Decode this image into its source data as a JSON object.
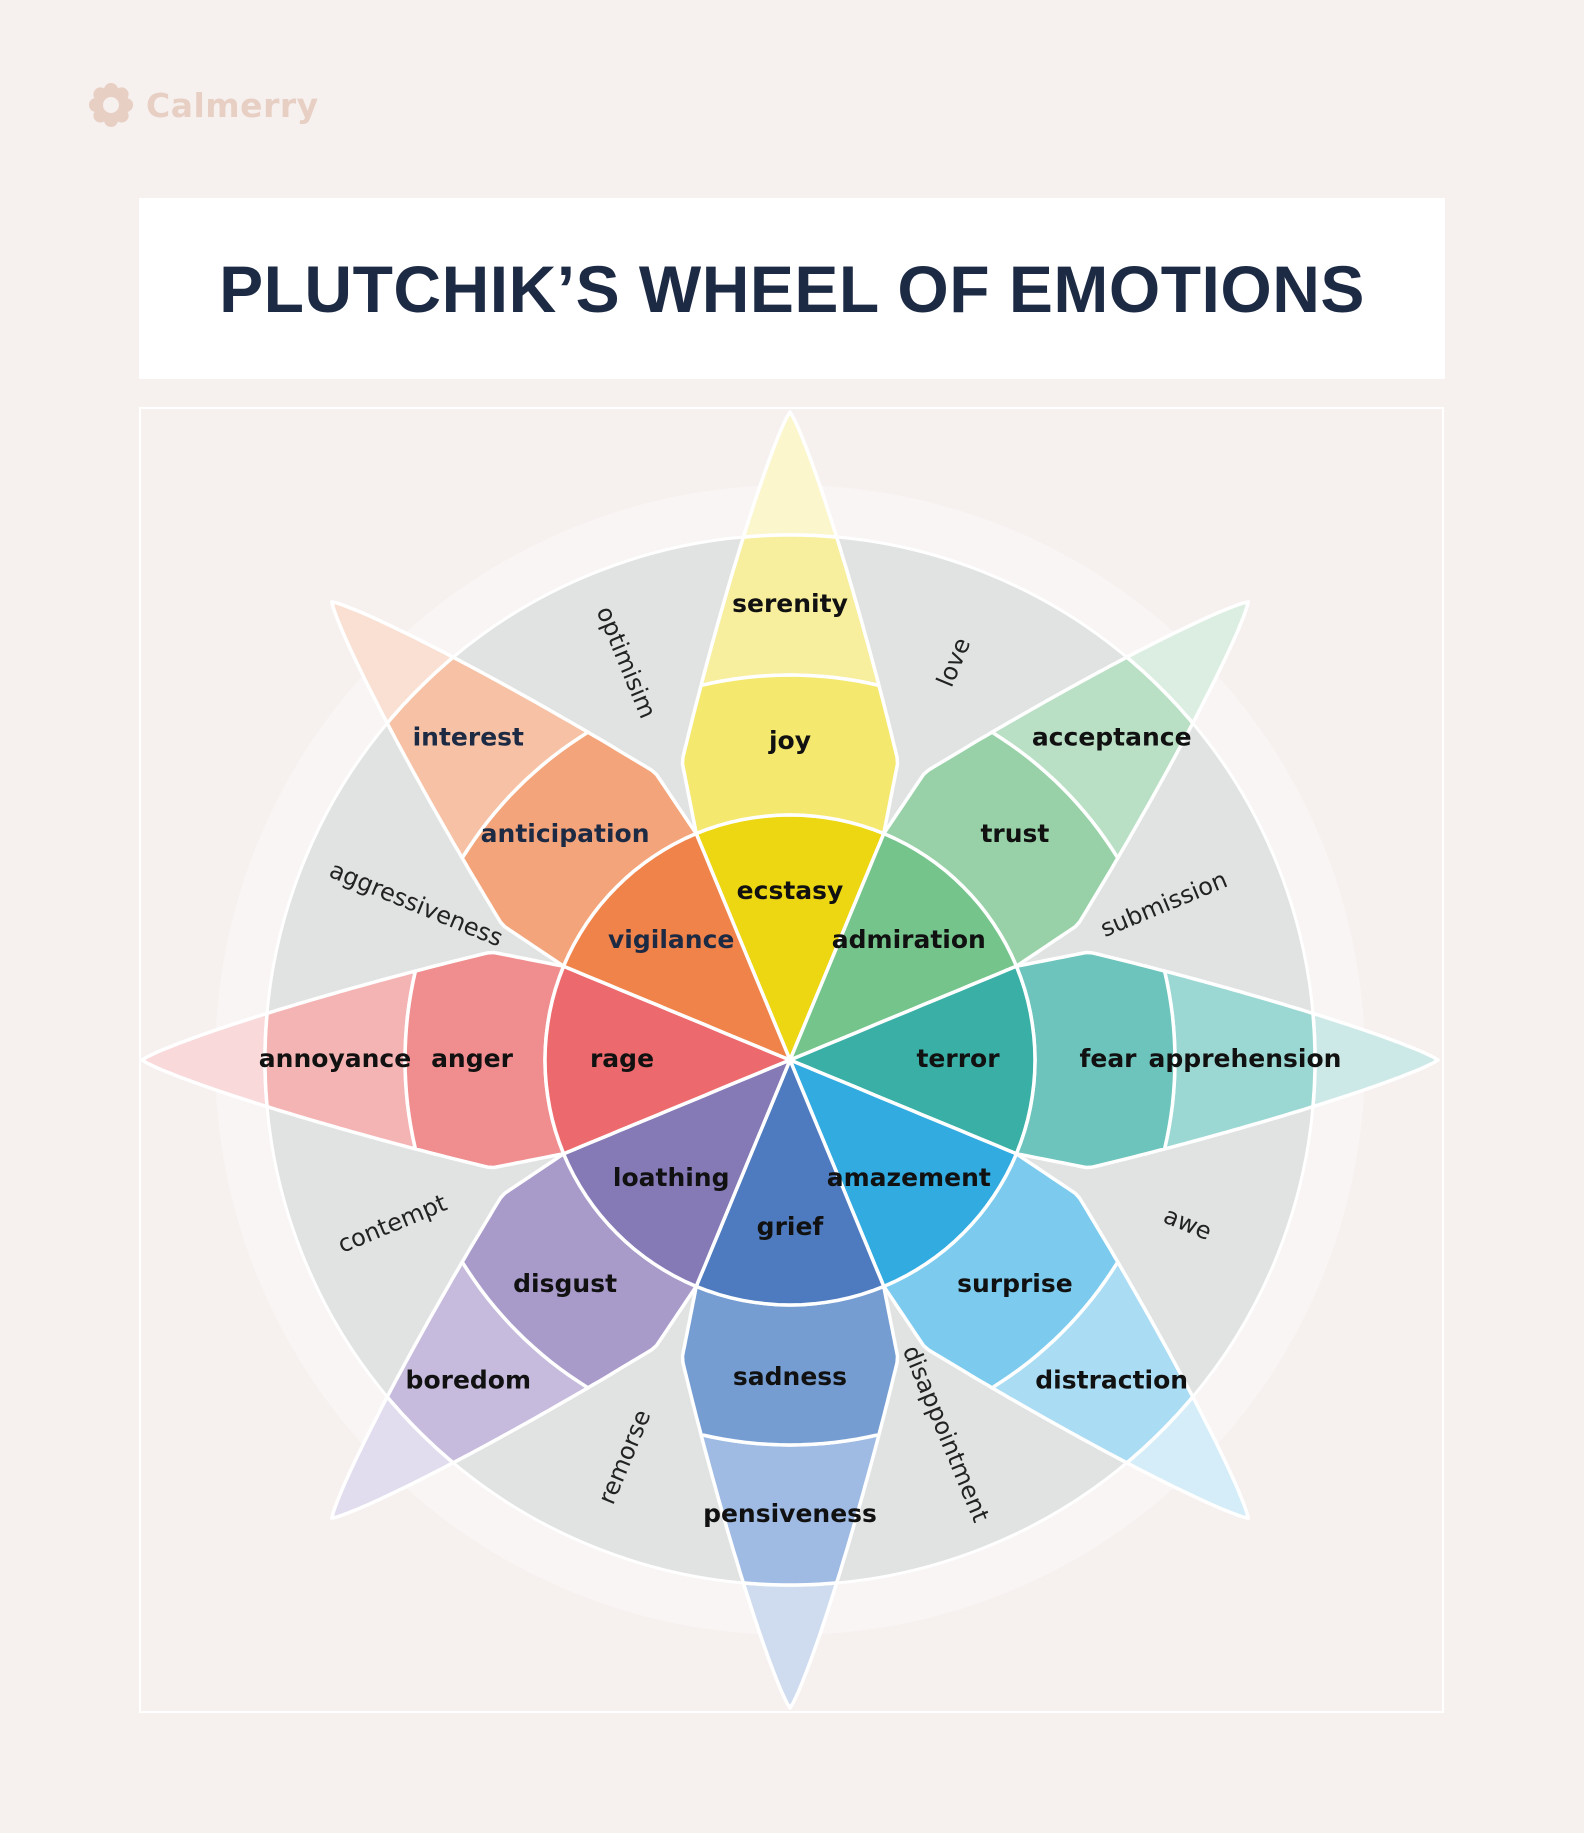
{
  "brand": {
    "name": "Calmerry",
    "icon": "flower-logo-icon",
    "color": "#e8cfc3"
  },
  "title": "PLUTCHIK’S WHEEL OF EMOTIONS",
  "colors": {
    "background": "#f6f0ef",
    "title_text": "#1d2a44",
    "dyad_ring": "#e1e3e2",
    "halo_ring": "#f9f5f4",
    "divider": "#ffffff"
  },
  "wheel": {
    "petals": [
      {
        "id": "joy",
        "angle": 0,
        "core": "ecstasy",
        "middle": "joy",
        "outer": "serenity",
        "colors": [
          "#edd612",
          "#f4e86f",
          "#f7ee9e",
          "#fbf6cc"
        ]
      },
      {
        "id": "trust",
        "angle": 45,
        "core": "admiration",
        "middle": "trust",
        "outer": "acceptance",
        "colors": [
          "#75c48b",
          "#98d1a7",
          "#b9dfc4",
          "#dceee1"
        ]
      },
      {
        "id": "fear",
        "angle": 90,
        "core": "terror",
        "middle": "fear",
        "outer": "apprehension",
        "colors": [
          "#3aafa6",
          "#6dc4bc",
          "#9bd8d3",
          "#cde9e7"
        ]
      },
      {
        "id": "surprise",
        "angle": 135,
        "core": "amazement",
        "middle": "surprise",
        "outer": "distraction",
        "colors": [
          "#32abe1",
          "#7ccbef",
          "#aadcf3",
          "#d4edf8"
        ]
      },
      {
        "id": "sadness",
        "angle": 180,
        "core": "grief",
        "middle": "sadness",
        "outer": "pensiveness",
        "colors": [
          "#4e7bbf",
          "#769dd2",
          "#9fbbe4",
          "#cfdcef"
        ]
      },
      {
        "id": "disgust",
        "angle": 225,
        "core": "loathing",
        "middle": "disgust",
        "outer": "boredom",
        "colors": [
          "#8579b6",
          "#a89bca",
          "#c6bbdd",
          "#e2ddee"
        ]
      },
      {
        "id": "anger",
        "angle": 270,
        "core": "rage",
        "middle": "anger",
        "outer": "annoyance",
        "colors": [
          "#ec6a6d",
          "#f08e8f",
          "#f5b4b4",
          "#f9d9da"
        ]
      },
      {
        "id": "anticipation",
        "angle": 315,
        "core": "vigilance",
        "middle": "anticipation",
        "outer": "interest",
        "colors": [
          "#ef834a",
          "#f3a47a",
          "#f6c1a4",
          "#f9e0d3"
        ],
        "navy_text": true
      }
    ],
    "dyads": [
      {
        "label": "love",
        "angle": 22.5
      },
      {
        "label": "submission",
        "angle": 67.5
      },
      {
        "label": "awe",
        "angle": 112.5
      },
      {
        "label": "disappointment",
        "angle": 157.5
      },
      {
        "label": "remorse",
        "angle": 202.5
      },
      {
        "label": "contempt",
        "angle": 247.5
      },
      {
        "label": "aggressiveness",
        "angle": 292.5
      },
      {
        "label": "optimisim",
        "angle": 337.5
      }
    ]
  }
}
